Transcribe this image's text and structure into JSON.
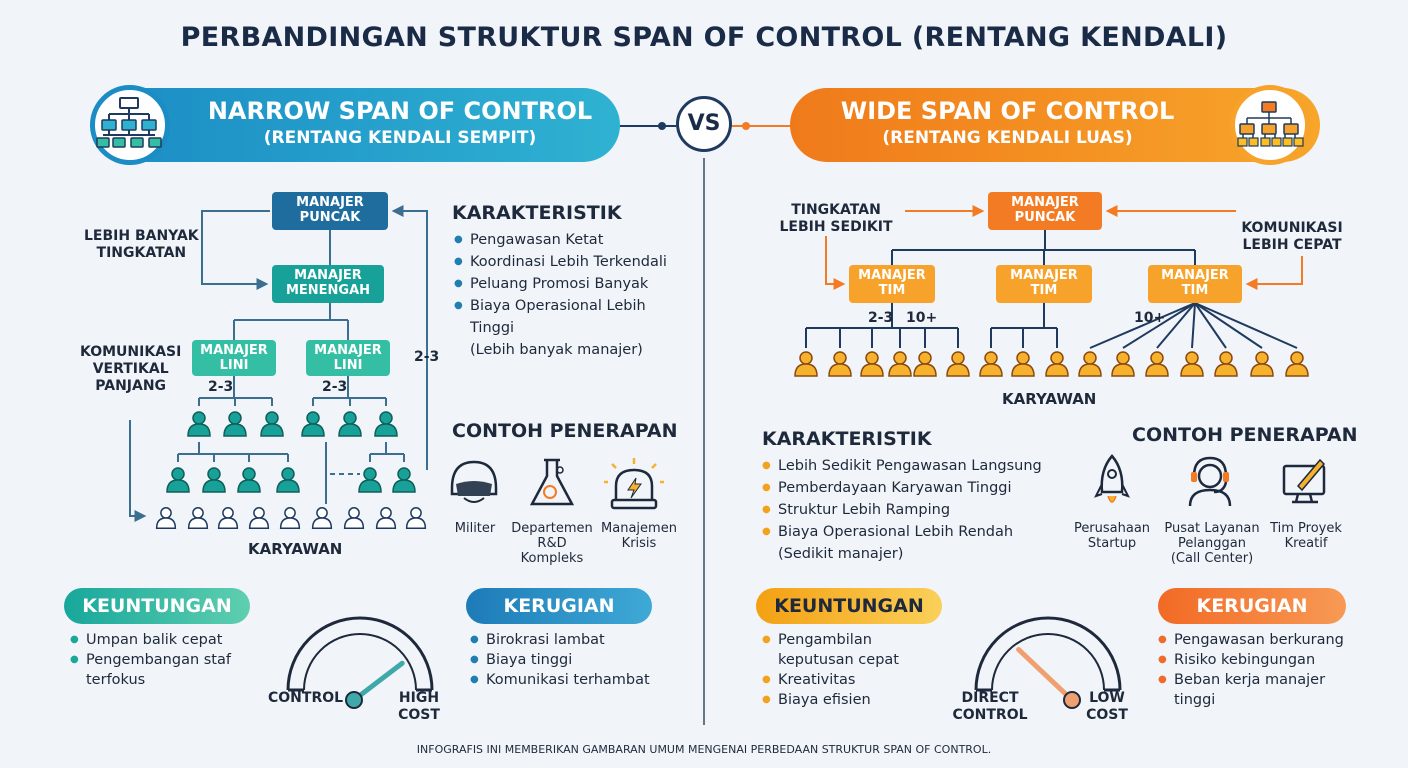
{
  "title": "PERBANDINGAN STRUKTUR SPAN OF CONTROL (RENTANG KENDALI)",
  "vs": "VS",
  "narrow": {
    "banner_line1": "NARROW SPAN OF CONTROL",
    "banner_line2": "(RENTANG KENDALI SEMPIT)",
    "manajer_puncak": [
      "MANAJER",
      "PUNCAK"
    ],
    "manajer_menengah": [
      "MANAJER",
      "MENENGAH"
    ],
    "manajer_lini": [
      "MANAJER",
      "LINI"
    ],
    "lebih_banyak_tingkatan": [
      "LEBIH BANYAK",
      "TINGKATAN"
    ],
    "komunikasi_vertikal": [
      "KOMUNIKASI",
      "VERTIKAL",
      "PANJANG"
    ],
    "ratio": "2-3",
    "karyawan": "KARYAWAN",
    "karakteristik_title": "KARAKTERISTIK",
    "karakteristik": [
      "Pengawasan Ketat",
      "Koordinasi Lebih Terkendali",
      "Peluang Promosi Banyak",
      "Biaya Operasional Lebih Tinggi",
      "(Lebih banyak manajer)"
    ],
    "contoh_title": "CONTOH PENERAPAN",
    "contoh": [
      {
        "icon": "helmet-icon",
        "label": [
          "Militer"
        ]
      },
      {
        "icon": "flask-icon",
        "label": [
          "Departemen",
          "R&D",
          "Kompleks"
        ]
      },
      {
        "icon": "alarm-icon",
        "label": [
          "Manajemen",
          "Krisis"
        ]
      }
    ],
    "keuntungan_title": "KEUNTUNGAN",
    "keuntungan": [
      "Umpan balik cepat",
      "Pengembangan staf",
      "terfokus"
    ],
    "kerugian_title": "KERUGIAN",
    "kerugian": [
      "Birokrasi lambat",
      "Biaya tinggi",
      "Komunikasi terhambat"
    ],
    "gauge_left": "CONTROL",
    "gauge_right": [
      "HIGH",
      "COST"
    ],
    "gauge_level": 0.82
  },
  "wide": {
    "banner_line1": "WIDE SPAN OF CONTROL",
    "banner_line2": "(RENTANG KENDALI LUAS)",
    "manajer_puncak": [
      "MANAJER",
      "PUNCAK"
    ],
    "manajer_tim": [
      "MANAJER",
      "TIM"
    ],
    "tingkatan_sedikit": [
      "TINGKATAN",
      "LEBIH SEDIKIT"
    ],
    "komunikasi_cepat": [
      "KOMUNIKASI",
      "LEBIH CEPAT"
    ],
    "ratio_small": "2-3",
    "ratio_big": "10+",
    "karyawan": "KARYAWAN",
    "karakteristik_title": "KARAKTERISTIK",
    "karakteristik": [
      "Lebih Sedikit Pengawasan Langsung",
      "Pemberdayaan Karyawan Tinggi",
      "Struktur Lebih Ramping",
      "Biaya Operasional Lebih Rendah",
      "(Sedikit manajer)"
    ],
    "contoh_title": "CONTOH PENERAPAN",
    "contoh": [
      {
        "icon": "rocket-icon",
        "label": [
          "Perusahaan",
          "Startup"
        ]
      },
      {
        "icon": "headset-icon",
        "label": [
          "Pusat Layanan",
          "Pelanggan",
          "(Call Center)"
        ]
      },
      {
        "icon": "monitor-pen-icon",
        "label": [
          "Tim Proyek",
          "Kreatif"
        ]
      }
    ],
    "keuntungan_title": "KEUNTUNGAN",
    "keuntungan": [
      "Pengambilan",
      "keputusan cepat",
      "Kreativitas",
      "Biaya efisien"
    ],
    "kerugian_title": "KERUGIAN",
    "kerugian": [
      "Pengawasan berkurang",
      "Risiko kebingungan",
      "Beban kerja manajer",
      "tinggi"
    ],
    "gauge_left": [
      "DIRECT",
      "CONTROL"
    ],
    "gauge_right": [
      "LOW",
      "COST"
    ],
    "gauge_level": 0.3
  },
  "footer": "INFOGRAFIS INI MEMBERIKAN GAMBARAN UMUM MENGENAI PERBEDAAN STRUKTUR SPAN OF CONTROL.",
  "colors": {
    "navy": "#1a2b48",
    "teal": "#18a198",
    "blue": "#1f6d9e",
    "orange": "#f37b24",
    "amber": "#f7a22b"
  }
}
